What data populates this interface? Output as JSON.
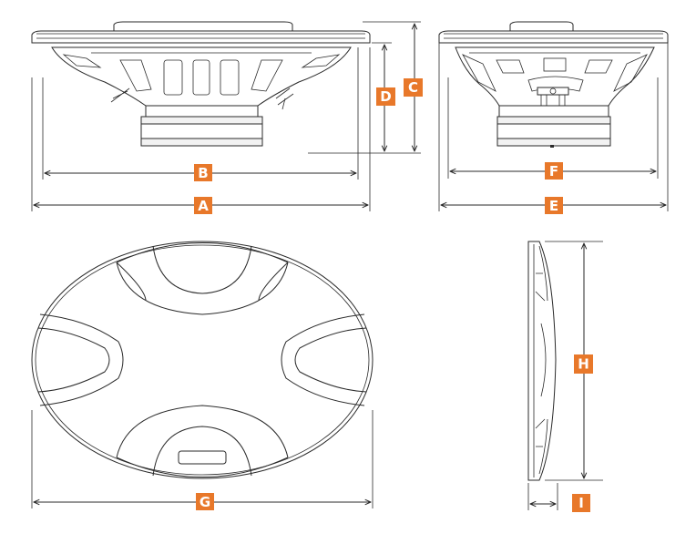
{
  "accent_color": "#e8782a",
  "line_color": "#2a2a2a",
  "dimension_labels": {
    "A": "A",
    "B": "B",
    "C": "C",
    "D": "D",
    "E": "E",
    "F": "F",
    "G": "G",
    "H": "H",
    "I": "I"
  }
}
